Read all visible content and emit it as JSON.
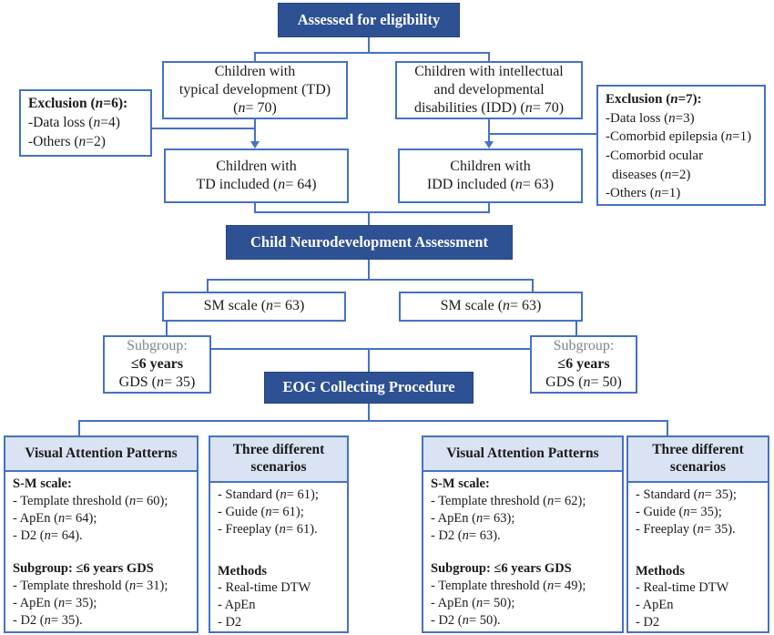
{
  "colors": {
    "dark_blue": "#2e5193",
    "border_blue": "#4472c4",
    "header_bg": "#dae3f3",
    "gray_text": "#848484"
  },
  "flow": {
    "assessed": "Assessed for eligibility",
    "td": {
      "l1": "Children with",
      "l2": "typical development (TD)",
      "l3": "(n= 70)"
    },
    "idd": {
      "l1": "Children with intellectual",
      "l2": "and developmental",
      "l3": "disabilities (IDD) (n= 70)"
    },
    "exclusion_td": {
      "title": "Exclusion (n=6):",
      "items": [
        "-Data loss (n=4)",
        "-Others (n=2)"
      ]
    },
    "exclusion_idd": {
      "title": "Exclusion (n=7):",
      "items": [
        "-Data loss (n=3)",
        "-Comorbid epilepsia (n=1)",
        "-Comorbid ocular",
        "diseases (n=2)",
        "-Others (n=1)"
      ]
    },
    "td_included": {
      "l1": "Children with",
      "l2": "TD included (n= 64)"
    },
    "idd_included": {
      "l1": "Children with",
      "l2": "IDD included (n= 63)"
    },
    "cna": "Child Neurodevelopment Assessment",
    "sm_td": "SM scale (n= 63)",
    "sm_idd": "SM scale (n= 63)",
    "subgroup_td": {
      "l1": "Subgroup:",
      "l2": "≤6 years",
      "l3": "GDS (n= 35)"
    },
    "subgroup_idd": {
      "l1": "Subgroup:",
      "l2": "≤6 years",
      "l3": "GDS (n= 50)"
    },
    "eog": "EOG Collecting Procedure"
  },
  "bottom": {
    "vap_td": {
      "header": "Visual Attention Patterns",
      "s1_title": "S-M scale:",
      "s1_items": [
        "- Template threshold (n= 60);",
        "- ApEn (n= 64);",
        "- D2 (n= 64)."
      ],
      "s2_title": "Subgroup: ≤6 years GDS",
      "s2_items": [
        "- Template threshold (n= 31);",
        "- ApEn (n= 35);",
        "- D2 (n= 35)."
      ]
    },
    "scenarios_td": {
      "header_l1": "Three different",
      "header_l2": "scenarios",
      "items": [
        "- Standard (n= 61);",
        "- Guide (n= 61);",
        "- Freeplay (n= 61)."
      ],
      "methods_title": "Methods",
      "methods": [
        "- Real-time DTW",
        "- ApEn",
        "- D2"
      ]
    },
    "vap_idd": {
      "header": "Visual Attention Patterns",
      "s1_title": "S-M scale:",
      "s1_items": [
        "- Template threshold (n= 62);",
        "- ApEn (n= 63);",
        "- D2 (n= 63)."
      ],
      "s2_title": "Subgroup: ≤6 years GDS",
      "s2_items": [
        "- Template threshold (n= 49);",
        "- ApEn (n= 50);",
        "- D2 (n= 50)."
      ]
    },
    "scenarios_idd": {
      "header_l1": "Three different",
      "header_l2": "scenarios",
      "items": [
        "- Standard (n= 35);",
        "- Guide (n= 35);",
        "- Freeplay (n= 35)."
      ],
      "methods_title": "Methods",
      "methods": [
        "- Real-time DTW",
        "- ApEn",
        "- D2"
      ]
    }
  }
}
